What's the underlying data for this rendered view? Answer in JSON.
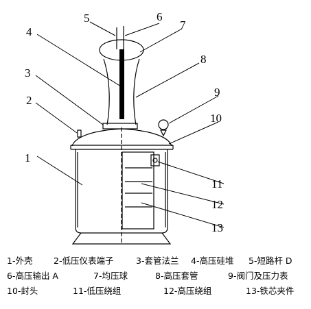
{
  "callouts": [
    "1",
    "2",
    "3",
    "4",
    "5",
    "6",
    "7",
    "8",
    "9",
    "10",
    "11",
    "12",
    "13"
  ],
  "legend": {
    "row1": [
      "1-外壳",
      "2-低压仪表端子",
      "3-套管法兰",
      "4-高压硅堆",
      "5-短路杆 D"
    ],
    "row2": [
      "6-高压输出 A",
      "7-均压球",
      "8-高压套管",
      "9-阀门及压力表"
    ],
    "row3": [
      "10-封头",
      "11-低压绕组",
      "12-高压绕组",
      "13-铁芯夹件"
    ]
  }
}
